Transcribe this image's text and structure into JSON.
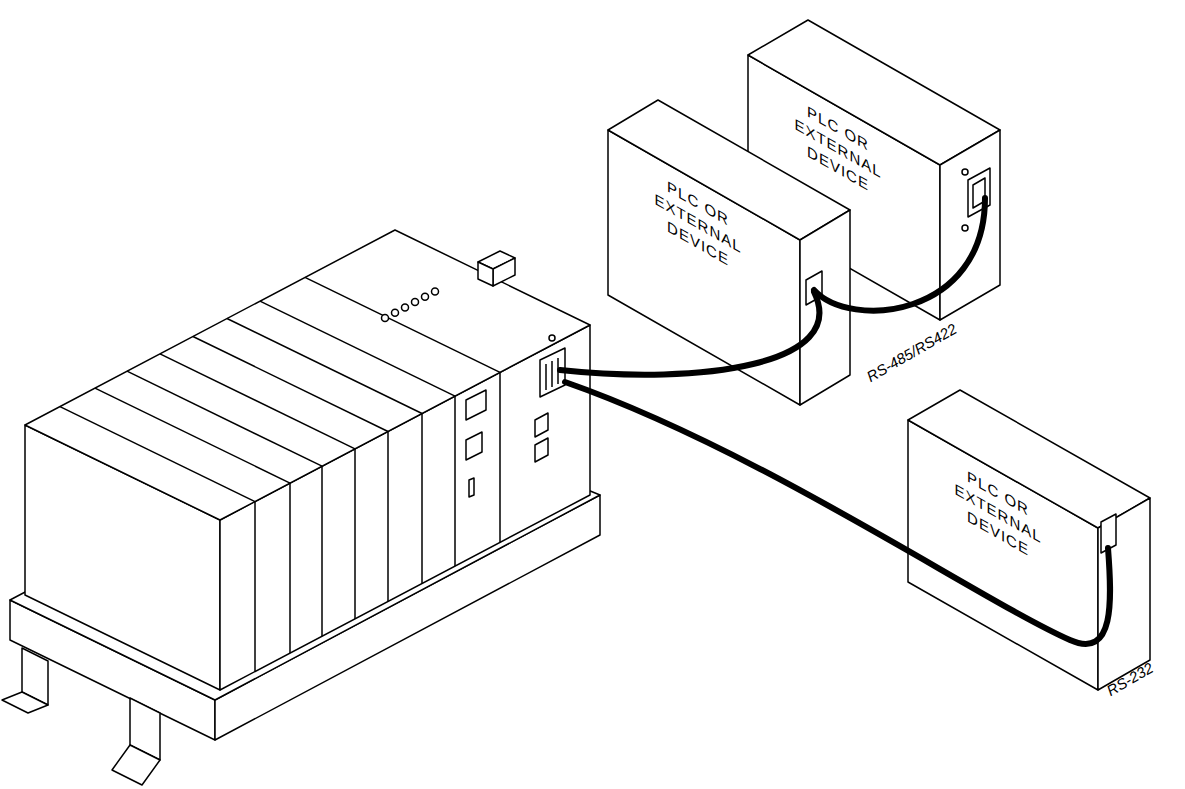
{
  "diagram": {
    "nodes": [
      {
        "text": [
          "PLC OR EXTERNAL DEVICE"
        ]
      },
      {
        "text": [
          "PLC OR EXTERNAL DEVICE"
        ]
      },
      {
        "text": [
          "PLC OR EXTERNAL DEVICE"
        ]
      }
    ],
    "edges": [
      {
        "from": 1,
        "to": 0,
        "arrow": "none"
      }
    ],
    "labels": [
      "RS-485/RS422",
      "RS-232"
    ]
  }
}
